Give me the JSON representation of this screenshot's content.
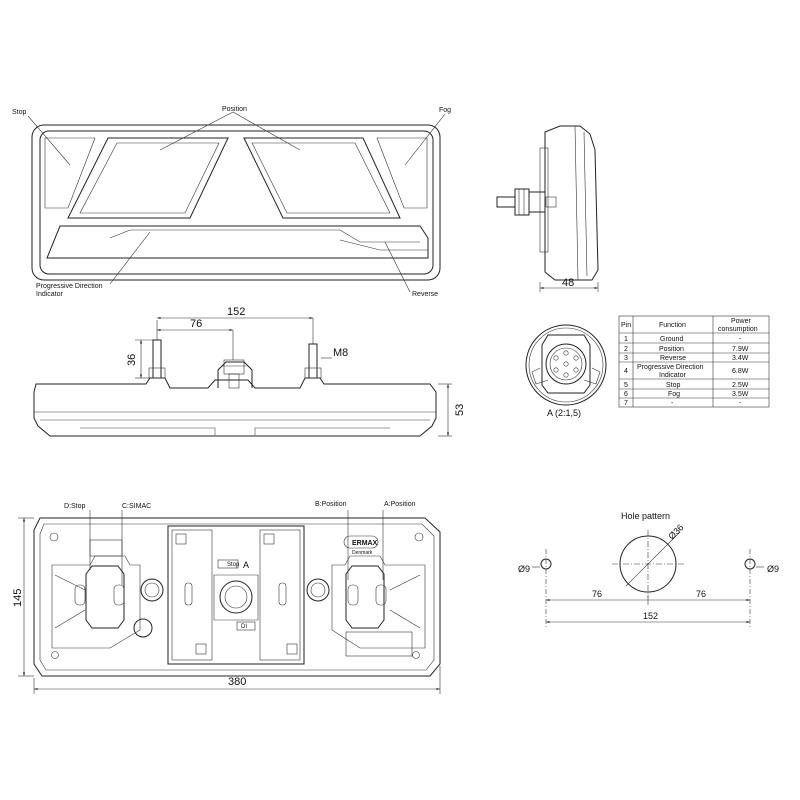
{
  "front_view": {
    "labels": {
      "stop": "Stop",
      "position": "Position",
      "fog": "Fog",
      "progressive_line1": "Progressive Direction",
      "progressive_line2": "Indicator",
      "reverse": "Reverse"
    }
  },
  "side_view": {
    "width_dim": "48"
  },
  "top_view": {
    "dim_152": "152",
    "dim_76": "76",
    "dim_36": "36",
    "thread": "M8",
    "dim_53": "53"
  },
  "connector": {
    "caption": "A (2:1,5)"
  },
  "pin_table": {
    "headers": [
      "Pin",
      "Function",
      "Power consumption"
    ],
    "header_power_line1": "Power",
    "header_power_line2": "consumption",
    "rows": [
      {
        "pin": "1",
        "function": "Ground",
        "power": "-"
      },
      {
        "pin": "2",
        "function": "Position",
        "power": "7.9W"
      },
      {
        "pin": "3",
        "function": "Reverse",
        "power": "3.4W"
      },
      {
        "pin": "4",
        "function": "Progressive Direction Indicator",
        "function_line1": "Progressive Direction",
        "function_line2": "Indicator",
        "power": "6.8W"
      },
      {
        "pin": "5",
        "function": "Stop",
        "power": "2.5W"
      },
      {
        "pin": "6",
        "function": "Fog",
        "power": "3.5W"
      },
      {
        "pin": "7",
        "function": "-",
        "power": "-"
      }
    ]
  },
  "rear_view": {
    "labels": {
      "d_stop": "D:Stop",
      "c_simac": "C:SIMAC",
      "b_position": "B:Position",
      "a_position": "A:Position"
    },
    "dim_145": "145",
    "dim_380": "380",
    "brand": "ERMAX",
    "brand_sub": "Denmark",
    "stop_tag": "Stop",
    "callout": "A",
    "di_tag": "DI"
  },
  "hole_pattern": {
    "title": "Hole pattern",
    "dia_36": "Ø36",
    "dia_9_left": "Ø9",
    "dia_9_right": "Ø9",
    "dim_76_left": "76",
    "dim_76_right": "76",
    "dim_152": "152"
  }
}
